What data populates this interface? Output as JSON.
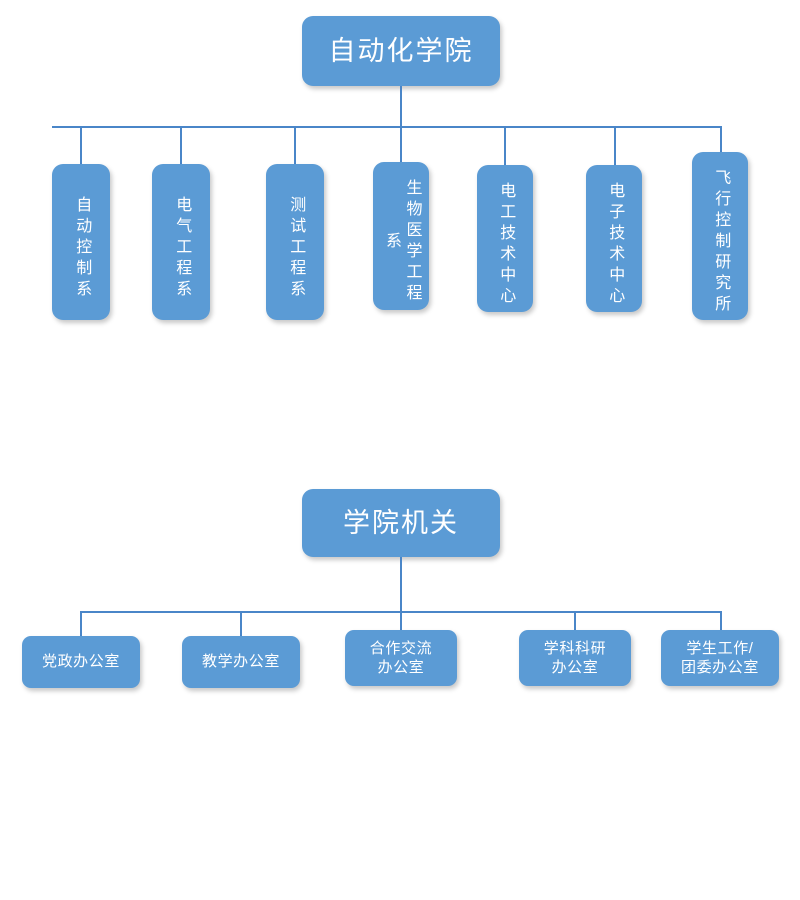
{
  "theme": {
    "node_fill": "#5b9bd5",
    "node_text": "#ffffff",
    "connector": "#4a86c8",
    "background": "#ffffff"
  },
  "sections": [
    {
      "id": "academic",
      "root": {
        "label": "自动化学院"
      },
      "children": [
        {
          "label": "自动控制系"
        },
        {
          "label": "电气工程系"
        },
        {
          "label": "测试工程系"
        },
        {
          "label": "生物医学工程系"
        },
        {
          "label": "电工技术中心"
        },
        {
          "label": "电子技术中心"
        },
        {
          "label": "飞行控制研究所"
        }
      ]
    },
    {
      "id": "administrative",
      "root": {
        "label": "学院机关"
      },
      "children": [
        {
          "label": "党政办公室"
        },
        {
          "label": "教学办公室"
        },
        {
          "label": "合作交流\n办公室"
        },
        {
          "label": "学科科研\n办公室"
        },
        {
          "label": "学生工作/\n团委办公室"
        }
      ]
    }
  ]
}
